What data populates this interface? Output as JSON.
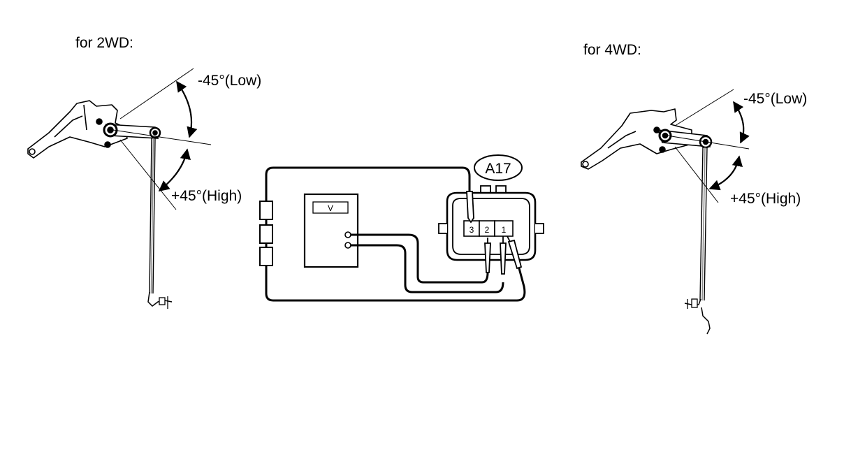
{
  "left_panel": {
    "heading": "for 2WD:",
    "low_label": "-45°(Low)",
    "high_label": "+45°(High)"
  },
  "right_panel": {
    "heading": "for 4WD:",
    "low_label": "-45°(Low)",
    "high_label": "+45°(High)"
  },
  "center": {
    "connector_id": "A17",
    "meter_label": "V",
    "pins": [
      "3",
      "2",
      "1"
    ]
  }
}
